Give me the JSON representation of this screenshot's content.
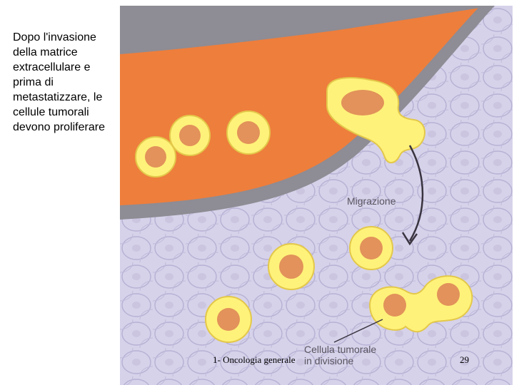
{
  "slide": {
    "body_text": "Dopo l'invasione della matrice extracellulare e prima di metastatizzare, le cellule tumorali devono proliferare"
  },
  "figure": {
    "label_migration": "Migrazione",
    "label_dividing_line1": "Cellula tumorale",
    "label_dividing_line2": "in divisione",
    "colors": {
      "tissue": "#d6d2ea",
      "vessel_wall": "#8e8c94",
      "blood": "#ee7e3c",
      "cell_body": "#fff27a",
      "nucleus": "#e2925a"
    }
  },
  "footer": {
    "course": "1- Oncologia generale",
    "page_number": "29"
  }
}
